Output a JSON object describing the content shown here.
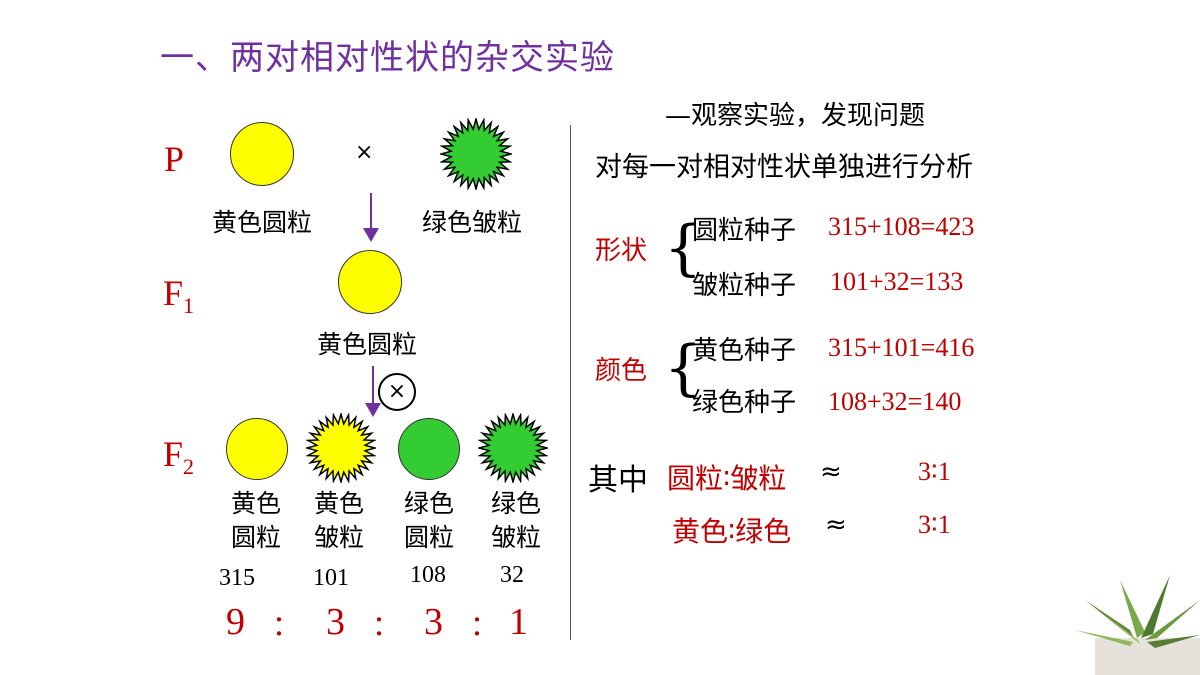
{
  "title": "一、两对相对性状的杂交实验",
  "subtitle": "—观察实验，发现问题",
  "analysis_heading": "对每一对相对性状单独进行分析",
  "left": {
    "p_label": "P",
    "cross_symbol": "×",
    "p1_label": "黄色圆粒",
    "p2_label": "绿色皱粒",
    "f1_label": "F",
    "f1_sub": "1",
    "f1_seed_label": "黄色圆粒",
    "self_symbol": "×",
    "f2_label": "F",
    "f2_sub": "2",
    "f2_seeds": [
      {
        "line1": "黄色",
        "line2": "圆粒",
        "count": "315",
        "ratio": "9"
      },
      {
        "line1": "黄色",
        "line2": "皱粒",
        "count": "101",
        "ratio": "3"
      },
      {
        "line1": "绿色",
        "line2": "圆粒",
        "count": "108",
        "ratio": "3"
      },
      {
        "line1": "绿色",
        "line2": "皱粒",
        "count": "32",
        "ratio": "1"
      }
    ],
    "ratio_colon": "："
  },
  "shape": {
    "label": "形状",
    "brace": "{",
    "row1_label": "圆粒种子",
    "row1_calc": "315+108=423",
    "row2_label": "皱粒种子",
    "row2_calc": "101+32=133"
  },
  "color": {
    "label": "颜色",
    "brace": "{",
    "row1_label": "黄色种子",
    "row1_calc": "315+101=416",
    "row2_label": "绿色种子",
    "row2_calc": "108+32=140"
  },
  "summary": {
    "prefix": "其中",
    "row1_label": "圆粒∶皱粒",
    "row1_approx": "≈",
    "row1_ratio": "3∶1",
    "row2_label": "黄色∶绿色",
    "row2_approx": "≈",
    "row2_ratio": "3∶1"
  },
  "colors": {
    "title": "#7030a0",
    "accent_red": "#c00000",
    "seed_yellow": "#ffff00",
    "seed_green": "#33cc33",
    "arrow": "#7030a0"
  },
  "decoration": "succulent-plant-image"
}
